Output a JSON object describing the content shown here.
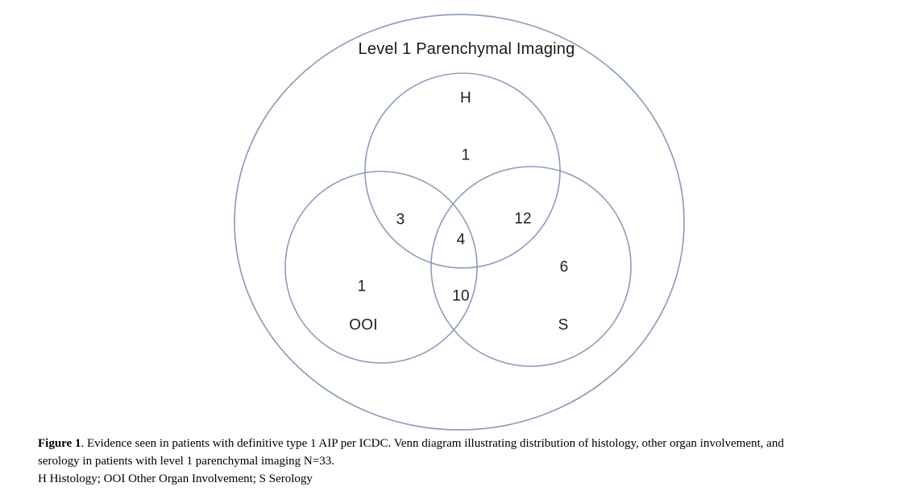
{
  "venn": {
    "title": "Level 1 Parenchymal Imaging",
    "stroke_color": "#7e94b9",
    "labels": {
      "h": "H",
      "ooi": "OOI",
      "s": "S"
    },
    "counts": {
      "h_only": "1",
      "h_and_ooi": "3",
      "h_and_s": "12",
      "h_ooi_s": "4",
      "ooi_only": "1",
      "ooi_and_s": "10",
      "s_only": "6"
    }
  },
  "caption": {
    "figure_label": "Figure 1",
    "text_after_label": ". Evidence seen in patients with definitive type 1 AIP per ICDC. Venn diagram illustrating distribution of histology, other organ involvement, and",
    "line2": "serology in patients with level 1 parenchymal imaging N=33.",
    "abbreviations": "H Histology; OOI Other Organ Involvement; S Serology"
  }
}
